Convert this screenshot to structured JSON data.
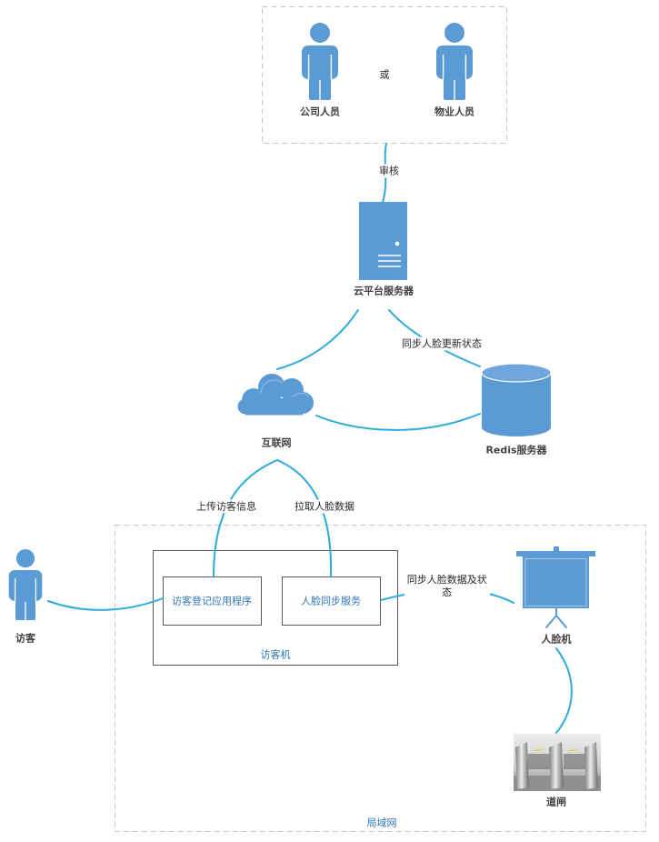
{
  "approver_group": {
    "company_staff": {
      "label": "公司人员",
      "icon": "person-icon"
    },
    "property_staff": {
      "label": "物业人员",
      "icon": "person-icon"
    },
    "or_label": "或"
  },
  "cloud_server": {
    "label": "云平台服务器",
    "icon": "server-icon"
  },
  "internet": {
    "label": "互联网",
    "icon": "cloud-icon"
  },
  "redis_server": {
    "label": "Redis服务器",
    "icon": "database-cylinder-icon"
  },
  "visitor": {
    "label": "访客",
    "icon": "person-icon"
  },
  "lan": {
    "label": "局域网",
    "visitor_machine": {
      "label": "访客机",
      "registration_app": {
        "label": "访客登记应用程序"
      },
      "face_sync_service": {
        "label": "人脸同步服务"
      }
    },
    "face_machine": {
      "label": "人脸机",
      "icon": "projection-screen-icon"
    },
    "gate": {
      "label": "道闸",
      "icon": "turnstile-gate-photo"
    }
  },
  "edges": {
    "review": {
      "label": "审核"
    },
    "sync_face_update_status": {
      "label": "同步人脸更新状态"
    },
    "upload_visitor_info": {
      "label": "上传访客信息"
    },
    "pull_face_data": {
      "label": "拉取人脸数据"
    },
    "sync_face_data_status": {
      "label": "同步人脸数据及状态"
    }
  },
  "colors": {
    "icon_fill": "#5b9bd5",
    "connector": "#2fabd8",
    "group_border": "#c6c6c6",
    "box_border": "#595959",
    "label_blue": "#2e75b6",
    "label_dark": "#404040"
  }
}
